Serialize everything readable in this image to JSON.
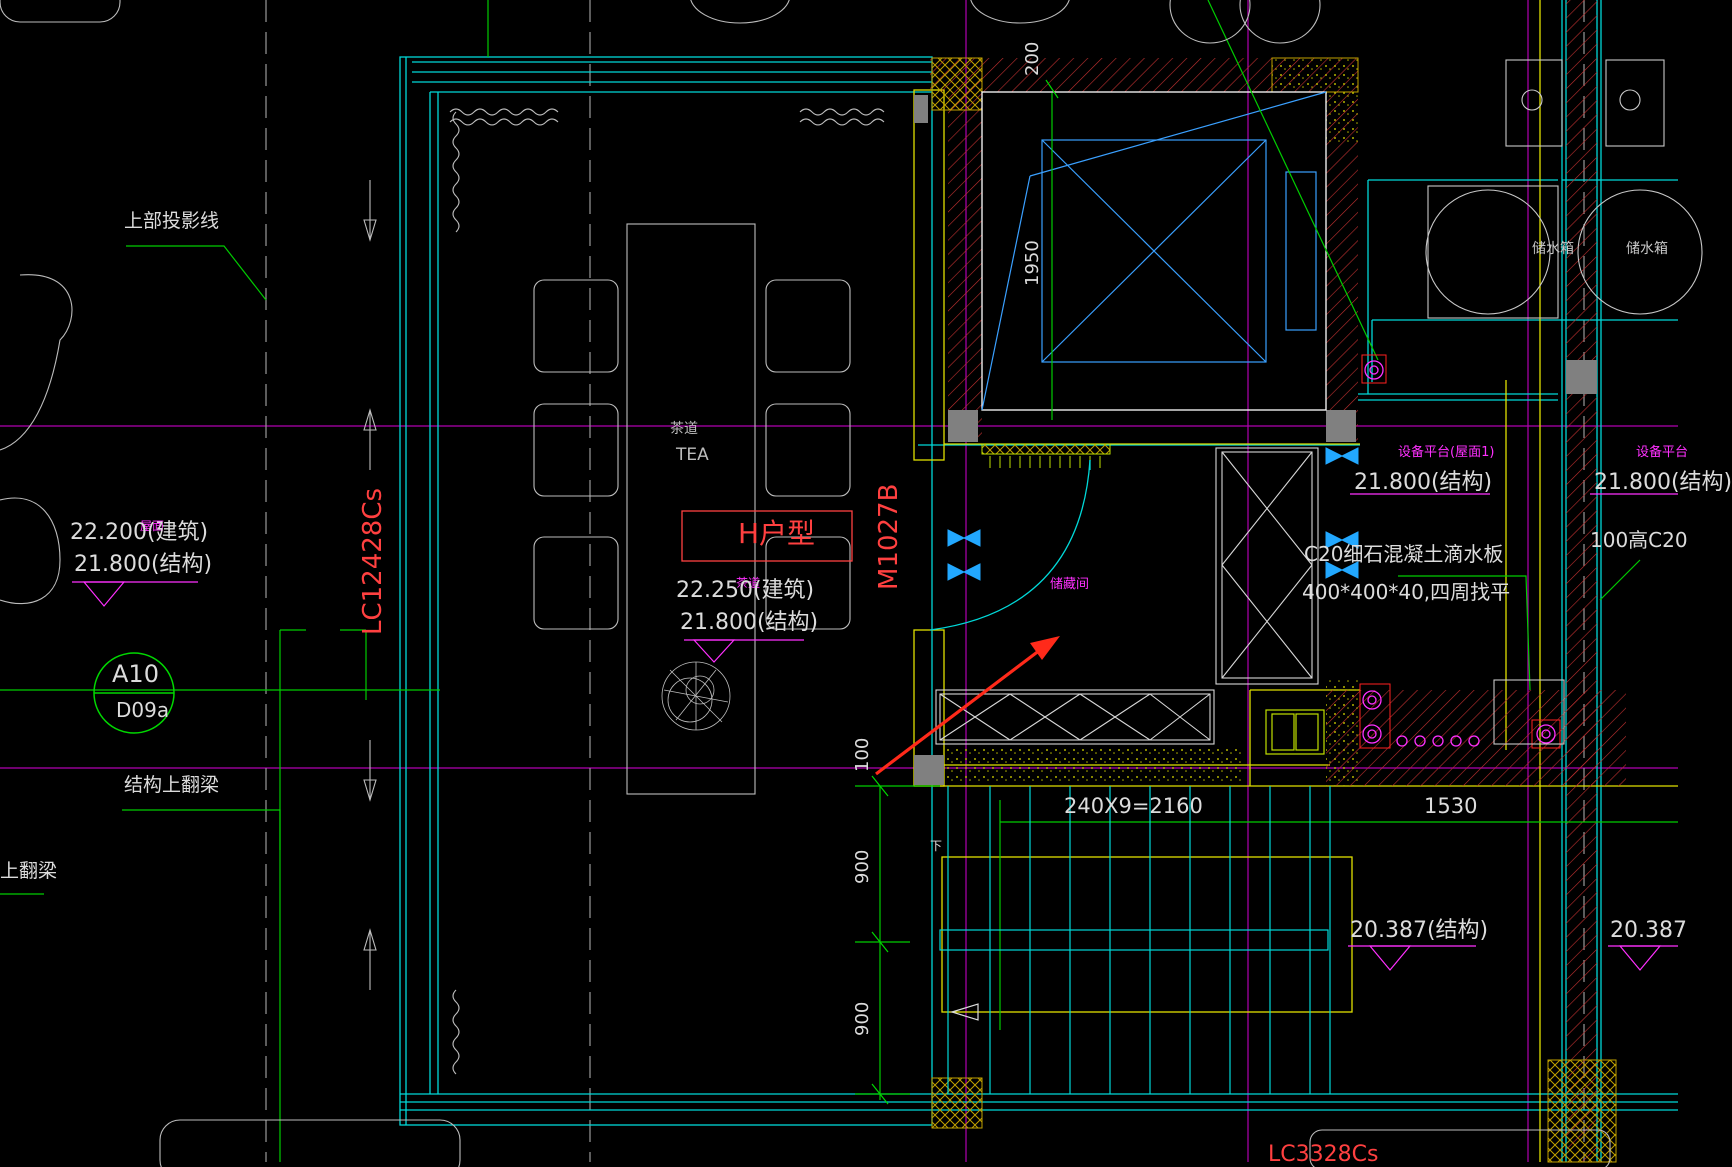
{
  "colors": {
    "background": "#000000",
    "white_text": "#dcdcdc",
    "magenta": "#ff00ff",
    "cyan": "#00ffff",
    "yellow": "#ffff00",
    "green": "#00ff00",
    "red": "#ff3030",
    "blue": "#3399ff"
  },
  "labels": {
    "upper_projection": "上部投影线",
    "struct_upturn_beam": "结构上翻梁",
    "upturn_beam_partial": "上翻梁",
    "elev_left_arch": "22.200(建筑)",
    "elev_left_struct": "21.800(结构)",
    "elev_left_tag": "屋面",
    "detail_circle_top": "A10",
    "detail_circle_bottom": "D09a",
    "tea_cn": "茶道",
    "tea_en": "TEA",
    "unit_type": "H户型",
    "tea_small": "茶道",
    "elev_mid_arch": "22.250(建筑)",
    "elev_mid_struct": "21.800(结构)",
    "window_tag": "LC12428Cs",
    "door_tag": "M1027B",
    "storage_room": "储藏间",
    "dim_200": "200",
    "dim_1950": "1950",
    "dim_100": "100",
    "dim_900a": "900",
    "dim_900b": "900",
    "stair_dim": "240X9=2160",
    "dim_1530": "1530",
    "equip_platform": "设备平台(屋面1)",
    "equip_platform_right": "设备平台",
    "elev_right_struct": "21.800(结构)",
    "elev_far_right_struct": "21.800(结构)",
    "concrete_note_1": "C20细石混凝土滴水板",
    "concrete_note_2": "400*400*40,四周找平",
    "right_note": "100高C20",
    "stair_elev": "20.387(结构)",
    "stair_elev_right": "20.387",
    "tank_1": "储水箱",
    "tank_2": "储水箱",
    "stair_down": "下",
    "bottom_window_tag": "LC3328Cs"
  }
}
